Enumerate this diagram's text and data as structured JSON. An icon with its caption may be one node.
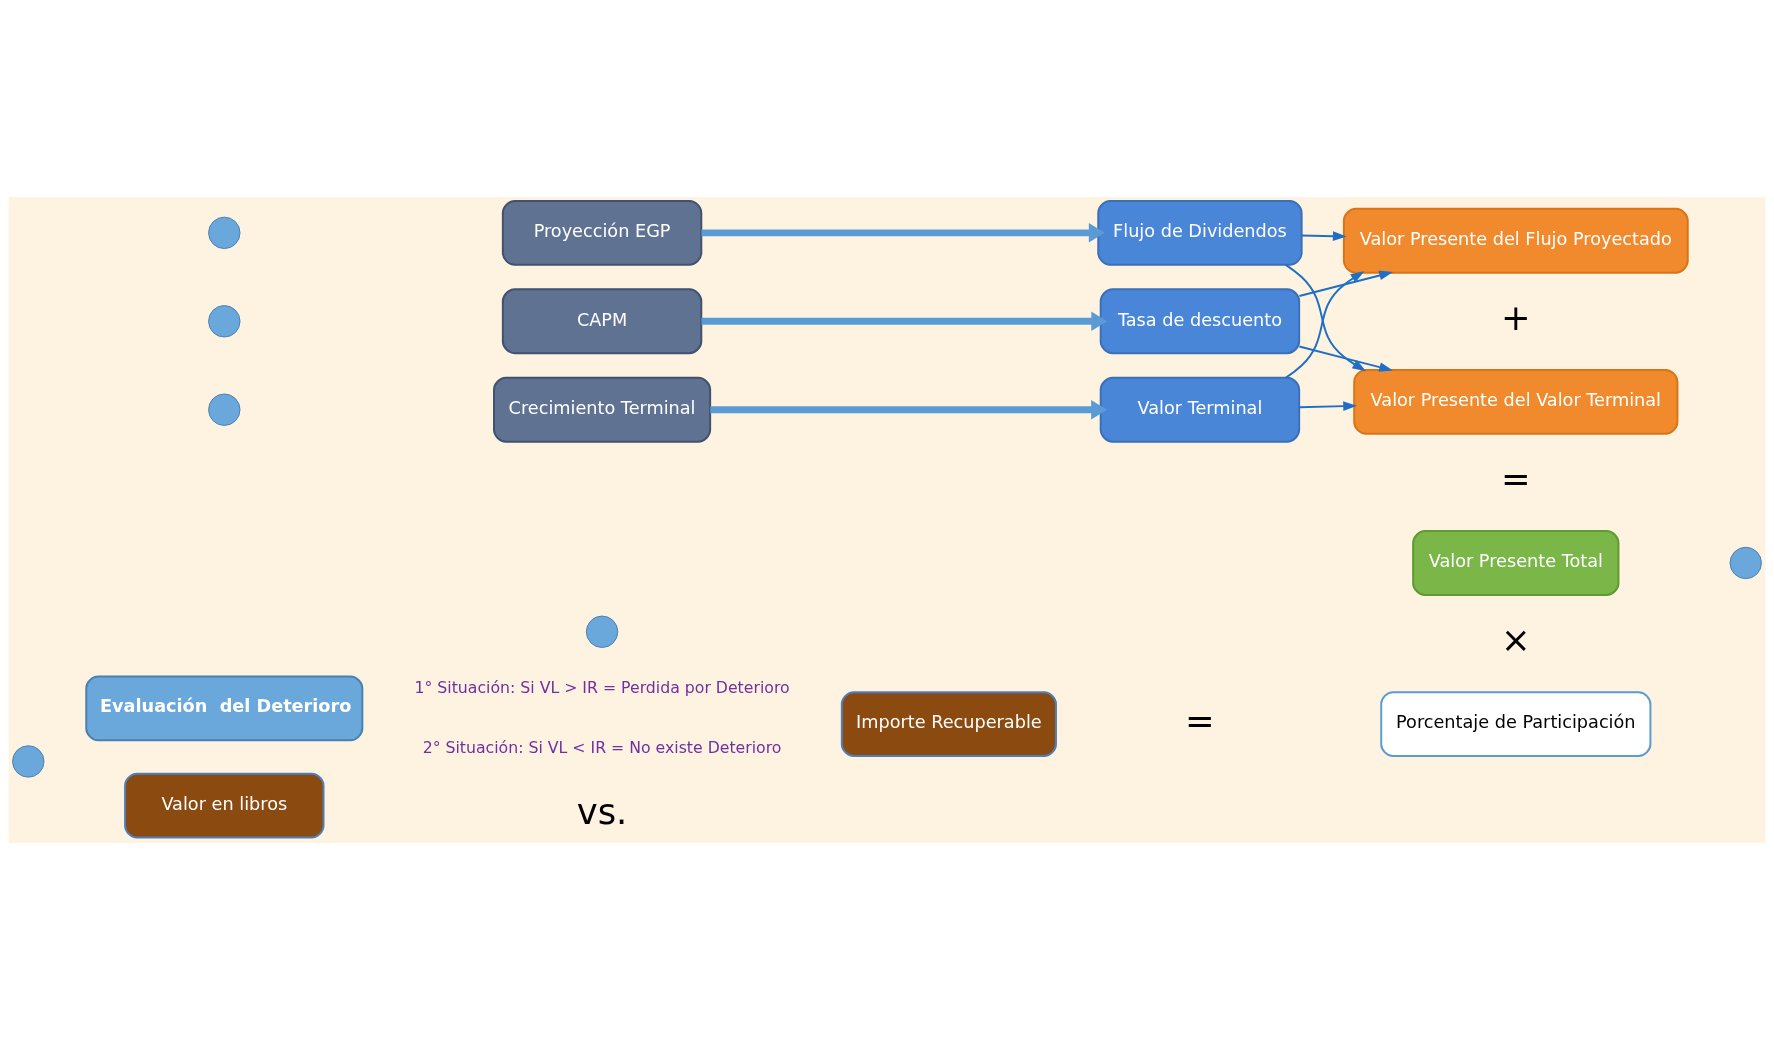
{
  "diagram": {
    "nodes": [
      {
        "text": [],
        "shape": "circle"
      },
      {
        "text": [
          "Proyección EGP"
        ]
      },
      {
        "text": [
          "Flujo de Dividendos"
        ]
      },
      {
        "text": [],
        "shape": "circle"
      },
      {
        "text": [
          "CAPM"
        ]
      },
      {
        "text": [
          "Tasa de descuento"
        ]
      },
      {
        "text": [],
        "shape": "circle"
      },
      {
        "text": [
          "Crecimiento Terminal"
        ]
      },
      {
        "text": [
          "Valor Terminal"
        ]
      },
      {
        "text": [
          "Valor Presente del Flujo Proyectado"
        ]
      },
      {
        "text": [
          "Valor Presente del Valor Terminal"
        ]
      },
      {
        "text": [
          "Valor Presente Total"
        ]
      },
      {
        "text": [],
        "shape": "circle"
      },
      {
        "text": [],
        "shape": "circle"
      },
      {
        "text": [
          "Valor en libros"
        ]
      },
      {
        "text": [
          "Importe Recuperable"
        ]
      },
      {
        "text": [
          "Porcentaje de Participación"
        ]
      },
      {
        "text": [],
        "shape": "circle"
      },
      {
        "text": [
          "Evaluación  del Deterioro"
        ]
      }
    ],
    "edges": [
      {
        "from": 1,
        "to": 2,
        "arrow": "to",
        "style": "thick",
        "color": "#5b9bd5"
      },
      {
        "from": 4,
        "to": 5,
        "arrow": "to",
        "style": "thick",
        "color": "#5b9bd5"
      },
      {
        "from": 7,
        "to": 8,
        "arrow": "to",
        "style": "thick",
        "color": "#5b9bd5"
      },
      {
        "from": 2,
        "to": 9,
        "arrow": "to"
      },
      {
        "from": 2,
        "to": 10,
        "arrow": "to"
      },
      {
        "from": 5,
        "to": 9,
        "arrow": "to"
      },
      {
        "from": 5,
        "to": 10,
        "arrow": "to"
      },
      {
        "from": 8,
        "to": 9,
        "arrow": "to"
      },
      {
        "from": 8,
        "to": 10,
        "arrow": "to"
      }
    ],
    "labels": [
      "+",
      "=",
      "×",
      "vs.",
      "=",
      "1° Situación: Si VL > IR = Perdida por Deterioro",
      "2° Situación: Si VL < IR = No existe Deterioro"
    ]
  }
}
